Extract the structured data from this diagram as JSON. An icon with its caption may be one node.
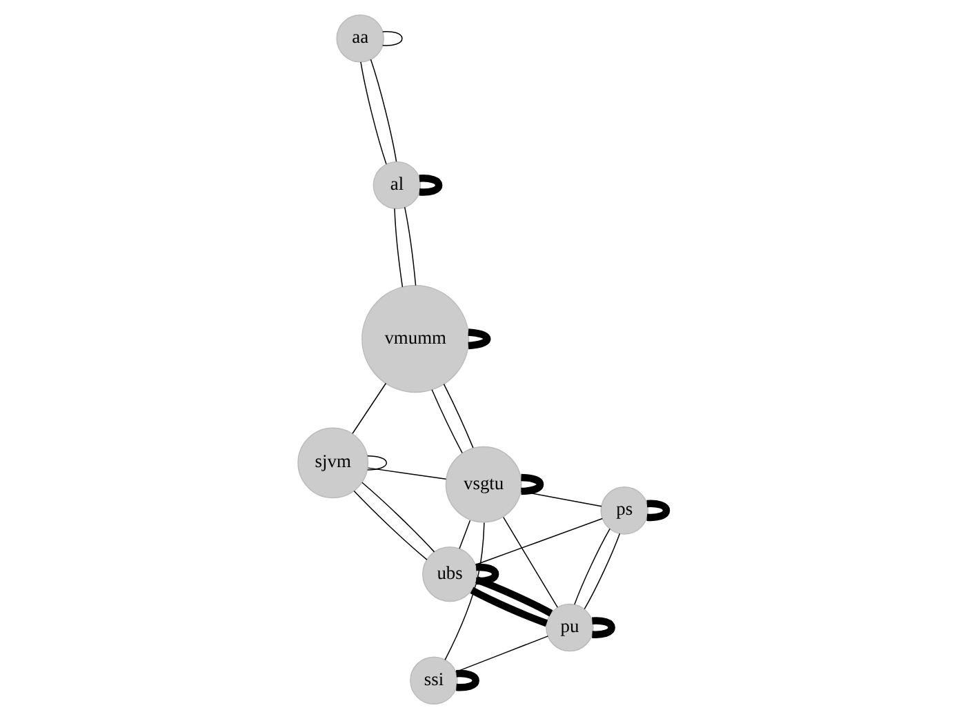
{
  "diagram": {
    "nodes": [
      {
        "text": [
          "aa"
        ]
      },
      {
        "text": [
          "al"
        ]
      },
      {
        "text": [
          "ssi"
        ]
      },
      {
        "text": [
          "vsgtu"
        ]
      },
      {
        "text": [
          "vmumm"
        ]
      },
      {
        "text": [
          "ps"
        ]
      },
      {
        "text": [
          "sjvm"
        ]
      },
      {
        "text": [
          "pu"
        ]
      },
      {
        "text": [
          "ubs"
        ]
      }
    ],
    "edges": [
      {
        "from": 0,
        "to": 0,
        "arrow": "none"
      },
      {
        "from": 1,
        "to": 1,
        "arrow": "none",
        "style": "thick"
      },
      {
        "from": 2,
        "to": 2,
        "arrow": "none",
        "style": "thick"
      },
      {
        "from": 3,
        "to": 3,
        "arrow": "none",
        "style": "thick"
      },
      {
        "from": 4,
        "to": 4,
        "arrow": "none",
        "style": "thick"
      },
      {
        "from": 5,
        "to": 5,
        "arrow": "none",
        "style": "thick"
      },
      {
        "from": 6,
        "to": 6,
        "arrow": "none"
      },
      {
        "from": 7,
        "to": 7,
        "arrow": "none",
        "style": "thick"
      },
      {
        "from": 8,
        "to": 8,
        "arrow": "none",
        "style": "thick"
      },
      {
        "from": 0,
        "to": 1,
        "arrow": "none"
      },
      {
        "from": 0,
        "to": 1,
        "arrow": "none"
      },
      {
        "from": 1,
        "to": 4,
        "arrow": "none"
      },
      {
        "from": 1,
        "to": 4,
        "arrow": "none"
      },
      {
        "from": 2,
        "to": 3,
        "arrow": "none"
      },
      {
        "from": 2,
        "to": 7,
        "arrow": "none"
      },
      {
        "from": 3,
        "to": 4,
        "arrow": "none"
      },
      {
        "from": 3,
        "to": 4,
        "arrow": "none"
      },
      {
        "from": 3,
        "to": 5,
        "arrow": "none"
      },
      {
        "from": 3,
        "to": 7,
        "arrow": "none"
      },
      {
        "from": 3,
        "to": 6,
        "arrow": "none"
      },
      {
        "from": 3,
        "to": 8,
        "arrow": "none"
      },
      {
        "from": 4,
        "to": 6,
        "arrow": "none"
      },
      {
        "from": 6,
        "to": 8,
        "arrow": "none"
      },
      {
        "from": 6,
        "to": 8,
        "arrow": "none"
      },
      {
        "from": 5,
        "to": 7,
        "arrow": "none"
      },
      {
        "from": 5,
        "to": 7,
        "arrow": "none"
      },
      {
        "from": 5,
        "to": 8,
        "arrow": "none"
      },
      {
        "from": 7,
        "to": 8,
        "arrow": "none",
        "style": "thick"
      },
      {
        "from": 7,
        "to": 8,
        "arrow": "none",
        "style": "thick"
      }
    ]
  }
}
